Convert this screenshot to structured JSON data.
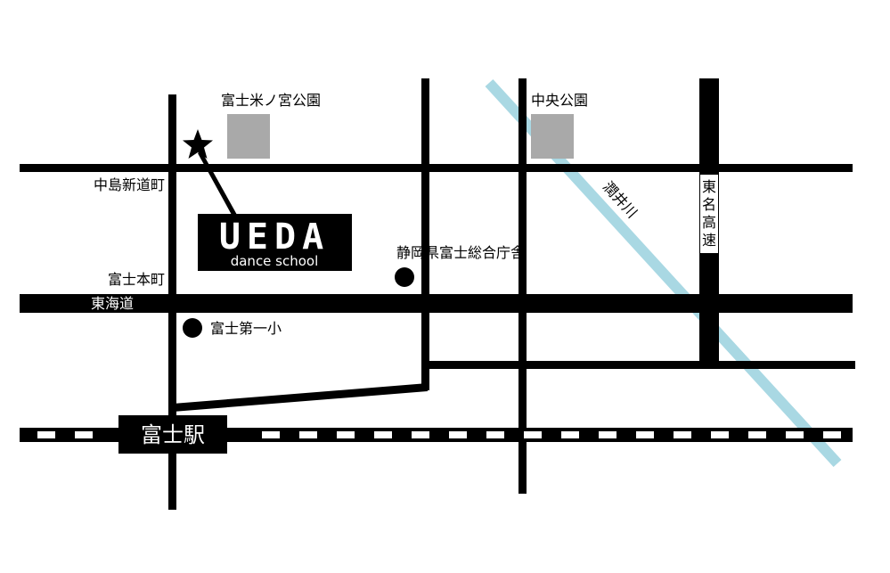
{
  "colors": {
    "road": "#000000",
    "river": "#a9d8e3",
    "park": "#a9a9a9",
    "railway_light": "#ffffff",
    "background": "#ffffff"
  },
  "icons": {
    "destination": "star-icon",
    "landmark": "filled-circle-icon"
  },
  "parks": {
    "fujiyone": "富士米ノ宮公園",
    "chuo": "中央公園"
  },
  "streets": {
    "nakajima": "中島新道町",
    "fuji_honcho": "富士本町",
    "tokaido": "東海道",
    "tomei": "東名高速"
  },
  "river": {
    "name": "潤井川"
  },
  "landmarks": {
    "prefectural_office": "静岡県富士総合庁舎",
    "school": "富士第一小"
  },
  "station": {
    "name": "富士駅"
  },
  "logo": {
    "title": "UEDA",
    "subtitle": "dance school"
  }
}
